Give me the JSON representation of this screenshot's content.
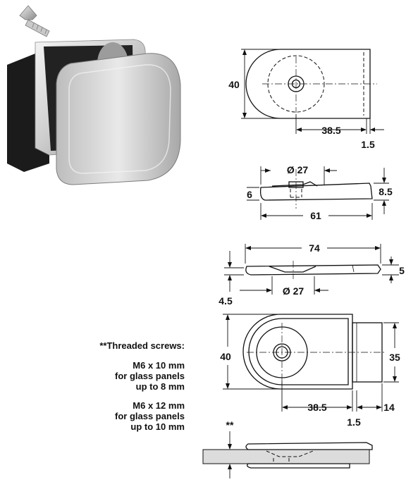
{
  "notes": {
    "heading": "**Threaded screws:",
    "screw1": [
      "M6 x 10 mm",
      "for glass panels",
      "up to 8 mm"
    ],
    "screw2": [
      "M6 x 12 mm",
      "for glass panels",
      "up to 10 mm"
    ],
    "asterisk": "**"
  },
  "dims": {
    "top_height": "40",
    "top_length": "38.5",
    "top_gap": "1.5",
    "side_dia": "Ø 27",
    "side_thin": "6",
    "side_thick": "8.5",
    "side_length": "61",
    "plate_length": "74",
    "plate_thick": "5",
    "plate_left": "4.5",
    "plate_dia": "Ø 27",
    "bottom_height": "40",
    "bottom_right": "35",
    "bottom_length": "38.5",
    "bottom_gap": "1.5",
    "bottom_depth": "14"
  }
}
